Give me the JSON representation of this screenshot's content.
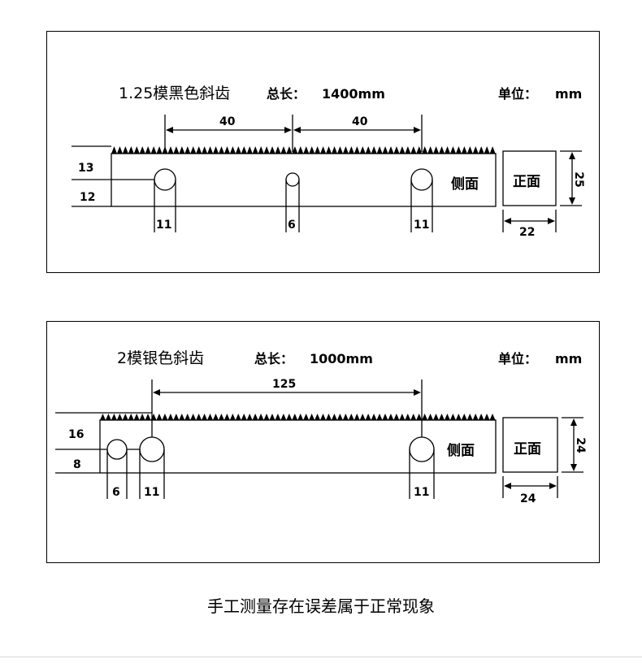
{
  "panels": [
    {
      "title": "1.25模黑色斜齿",
      "total_length_label": "总长：",
      "total_length_value": "1400mm",
      "unit_label": "单位：",
      "unit_value": "mm",
      "dims": {
        "top_left": "40",
        "top_right": "40",
        "height_upper": "13",
        "height_lower": "12",
        "hole_left": "11",
        "hole_mid": "6",
        "hole_right": "11",
        "front_height": "25",
        "front_width": "22"
      },
      "side_label": "侧面",
      "front_label": "正面"
    },
    {
      "title": "2模银色斜齿",
      "total_length_label": "总长：",
      "total_length_value": "1000mm",
      "unit_label": "单位：",
      "unit_value": "mm",
      "dims": {
        "top_span": "125",
        "height_upper": "16",
        "height_lower": "8",
        "hole_small": "6",
        "hole_left": "11",
        "hole_right": "11",
        "front_height": "24",
        "front_width": "24"
      },
      "side_label": "侧面",
      "front_label": "正面"
    }
  ],
  "footer": "手工测量存在误差属于正常现象"
}
